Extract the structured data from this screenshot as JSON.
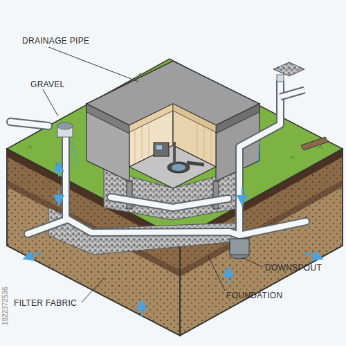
{
  "diagram": {
    "labels": [
      "DRAINAGE PIPE",
      "GRAVEL",
      "FILTER FABRIC",
      "DOWNSPOUT",
      "FOUNDATION",
      "1922372536"
    ]
  }
}
